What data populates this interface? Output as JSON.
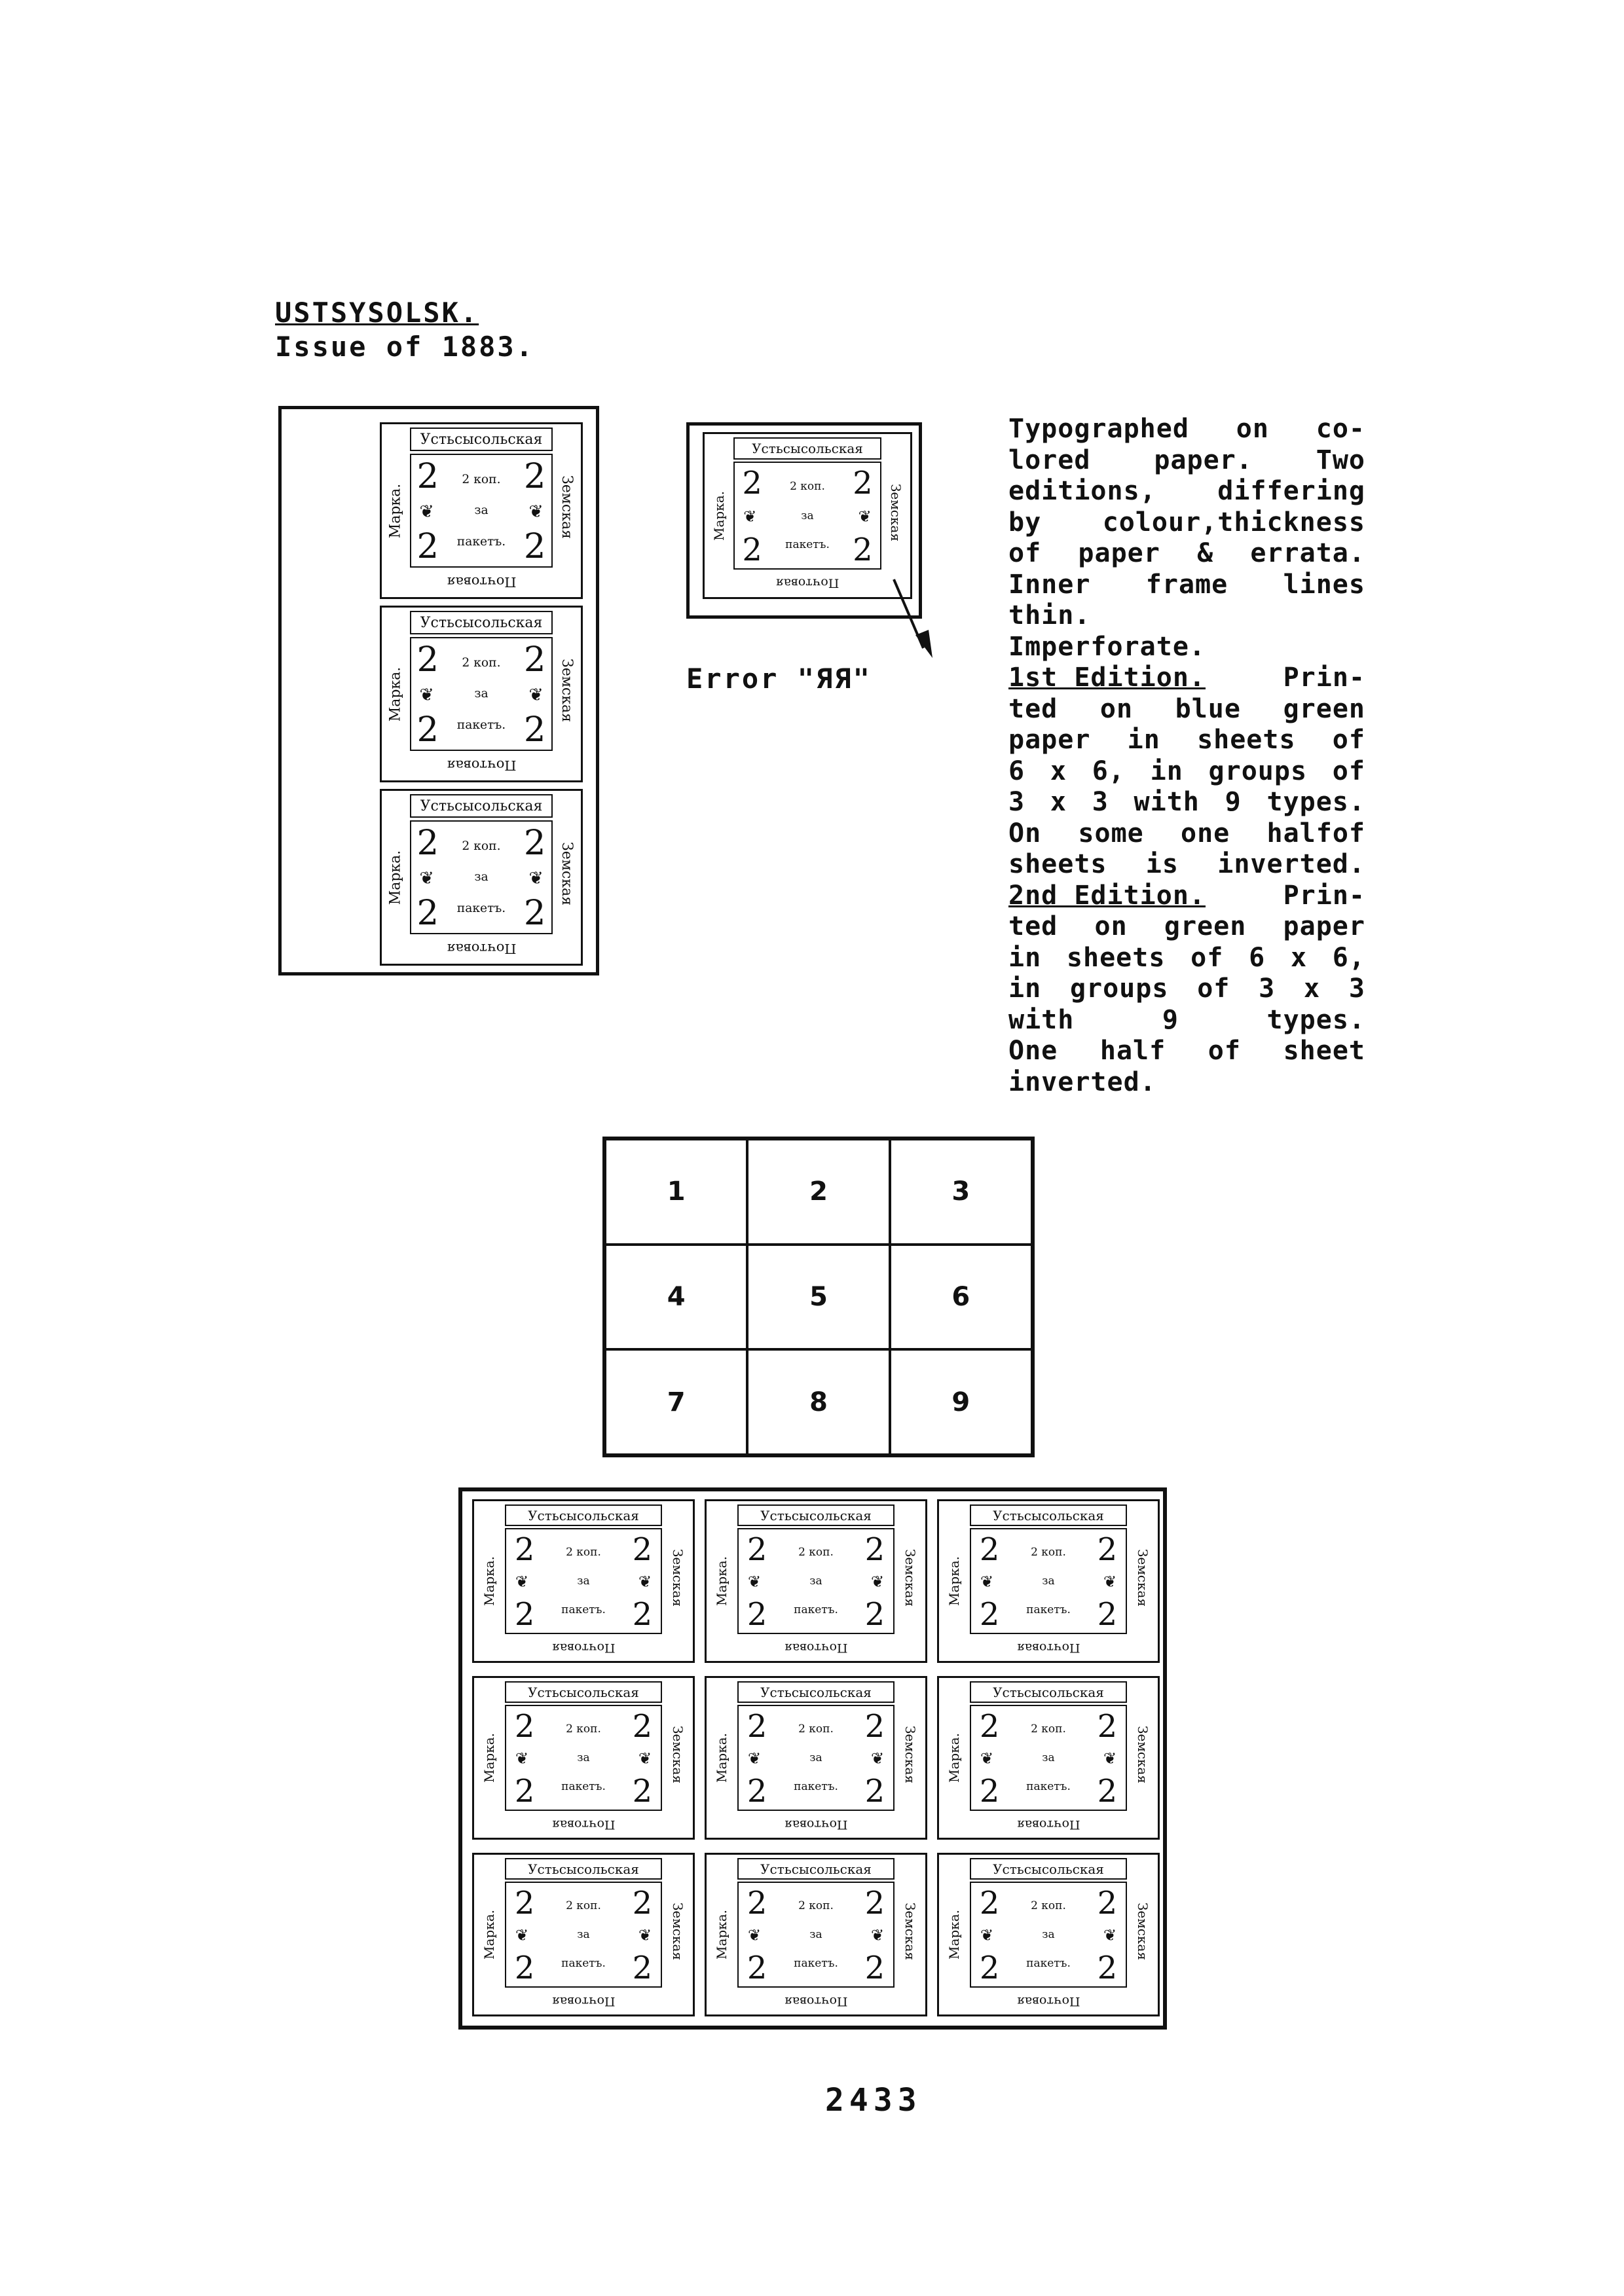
{
  "heading": {
    "title": "USTSYSOLSK.",
    "subtitle": "Issue of 1883."
  },
  "stamp_text": {
    "top": "Устьсысольская",
    "left": "Марка.",
    "right": "Земская",
    "bottom": "Почтовая",
    "denomination": "2",
    "line1": "2 коп.",
    "line2": "за",
    "line3": "пакетъ."
  },
  "error_label": "Error \"ЯЯ\"",
  "description": {
    "lines": [
      [
        "Typographed",
        "on",
        "co-"
      ],
      [
        "lored",
        "paper.",
        "Two"
      ],
      [
        "editions,",
        "differing"
      ],
      [
        "by",
        "colour,thickness"
      ],
      [
        "of",
        "paper",
        "&",
        "errata."
      ],
      [
        "Inner",
        "frame",
        "lines"
      ],
      [
        "thin."
      ],
      [
        "Imperforate."
      ],
      [
        "1st Edition.",
        "Prin-"
      ],
      [
        "ted",
        "on",
        "blue",
        "green"
      ],
      [
        "paper",
        "in",
        "sheets",
        "of"
      ],
      [
        "6",
        "x",
        "6,",
        "in",
        "groups",
        "of"
      ],
      [
        "3",
        "x",
        "3",
        "with",
        "9",
        "types."
      ],
      [
        "On",
        "some",
        "one",
        "halfof"
      ],
      [
        "sheets",
        "is",
        "inverted."
      ],
      [
        "2nd Edition.",
        "Prin-"
      ],
      [
        "ted",
        "on",
        "green",
        "paper"
      ],
      [
        "in",
        "sheets",
        "of",
        "6",
        "x",
        "6,"
      ],
      [
        "in",
        "groups",
        "of",
        "3",
        "x",
        "3"
      ],
      [
        "with",
        "9",
        "types."
      ],
      [
        "One",
        "half",
        "of",
        "sheet"
      ],
      [
        "inverted."
      ]
    ]
  },
  "type_grid": [
    "1",
    "2",
    "3",
    "4",
    "5",
    "6",
    "7",
    "8",
    "9"
  ],
  "page_number": "2433"
}
